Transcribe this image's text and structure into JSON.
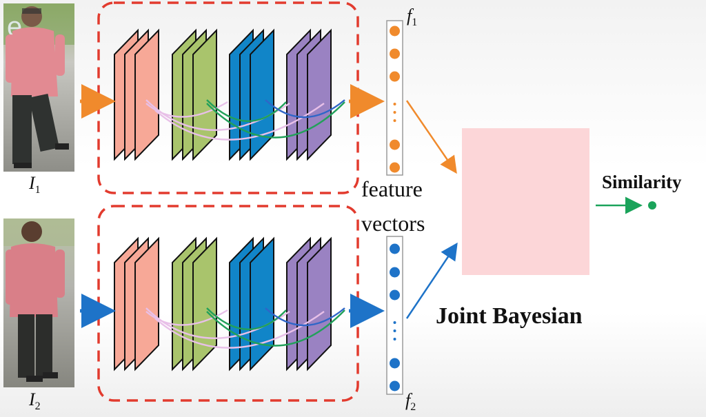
{
  "labels": {
    "i1": "I",
    "i1_sub": "1",
    "i2": "I",
    "i2_sub": "2",
    "f1": "f",
    "f1_sub": "1",
    "f2": "f",
    "f2_sub": "2",
    "feature": "feature",
    "vectors": "vectors",
    "joint_bayesian": "Joint Bayesian",
    "similarity": "Similarity"
  },
  "colors": {
    "top_stream": "#f08a2c",
    "bottom_stream": "#1e73c8",
    "dashed_box": "#e23b2e",
    "layer_salmon": "#f7a897",
    "layer_green": "#a9c46c",
    "layer_blue": "#1185c8",
    "layer_purple": "#9a82c2",
    "joint_box": "#fcd6d8",
    "similarity_output": "#1aa35a"
  },
  "icons": [
    "person-photo-icon",
    "conv-layer-stack-icon",
    "skip-connection-arc-icon",
    "arrow-icon",
    "feature-dot-icon"
  ]
}
